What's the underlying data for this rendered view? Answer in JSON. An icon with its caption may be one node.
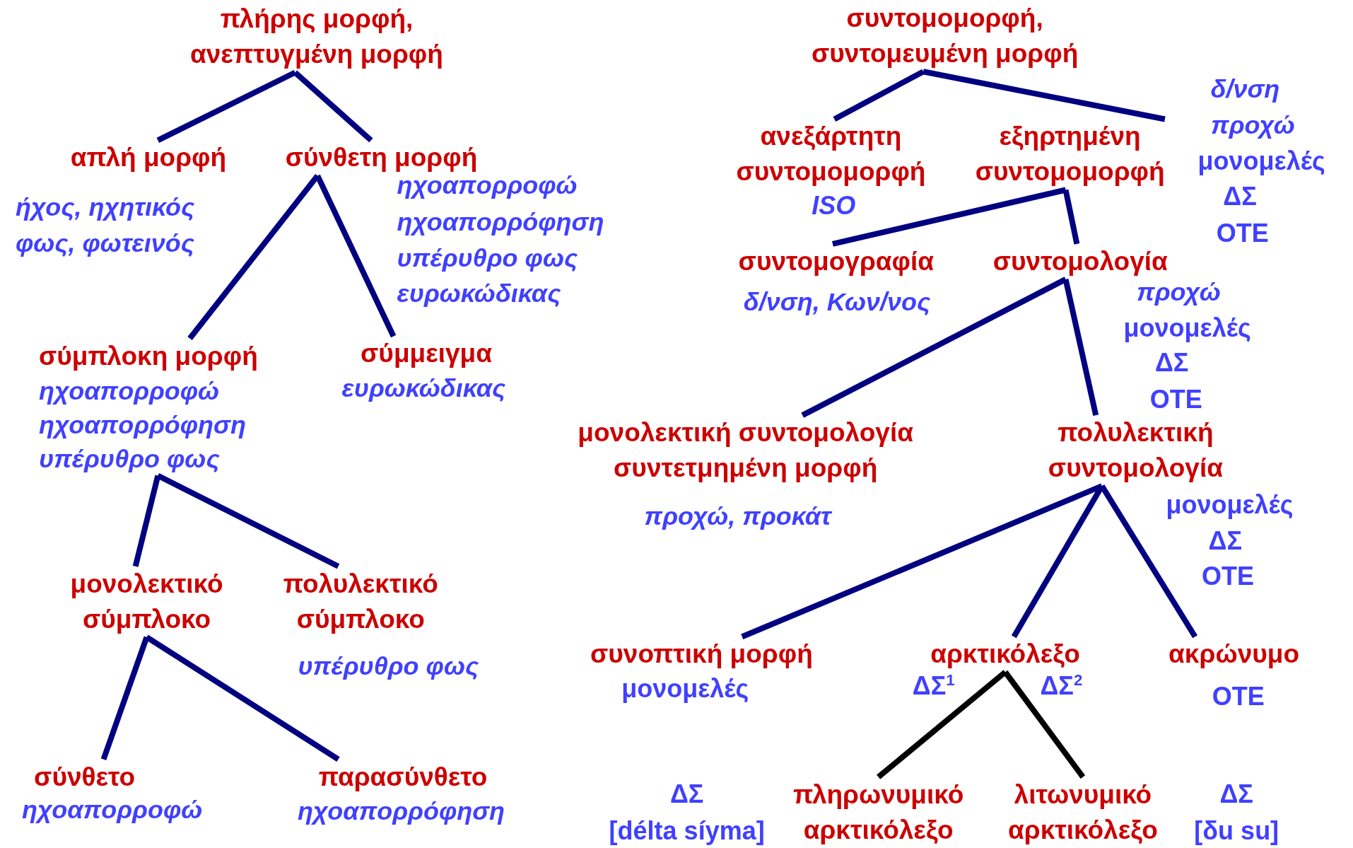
{
  "diagram": {
    "nodes": [
      {
        "text": [
          "πλήρης μορφή, ανεπτυγμένη μορφή"
        ]
      },
      {
        "text": [
          "απλή μορφή"
        ],
        "beside": [
          "ήχος, ηχητικός",
          "φως, φωτεινός"
        ]
      },
      {
        "text": [
          "σύνθετη μορφή"
        ],
        "beside": [
          "ηχοαπορροφώ",
          "ηχοαπορρόφηση",
          "υπέρυθρο φως",
          "ευρωκώδικας"
        ]
      },
      {
        "text": [
          "σύμπλοκη μορφή"
        ],
        "beside": [
          "ηχοαπορροφώ",
          "ηχοαπορρόφηση",
          "υπέρυθρο φως"
        ]
      },
      {
        "text": [
          "σύμμειγμα"
        ],
        "beside": [
          "ευρωκώδικας"
        ]
      },
      {
        "text": [
          "μονολεκτικό σύμπλοκο"
        ]
      },
      {
        "text": [
          "πολυλεκτικό σύμπλοκο"
        ],
        "beside": [
          "υπέρυθρο φως"
        ]
      },
      {
        "text": [
          "σύνθετο"
        ],
        "beside": [
          "ηχοαπορροφώ"
        ]
      },
      {
        "text": [
          "παρασύνθετο"
        ],
        "beside": [
          "ηχοαπορρόφηση"
        ]
      },
      {
        "text": [
          "συντομομορφή, συντομευμένη μορφή"
        ],
        "beside": [
          "δ/νση",
          "προχώ"
        ]
      },
      {
        "text": [
          "ανεξάρτητη συντομομορφή"
        ],
        "beside": [
          "ISO"
        ]
      },
      {
        "text": [
          "εξηρτημένη συντομομορφή"
        ]
      },
      {
        "text": [
          "συντομογραφία"
        ],
        "beside": [
          "δ/νση, Κων/νος"
        ]
      },
      {
        "text": [
          "συντομολογία"
        ],
        "beside": [
          "προχώ"
        ]
      },
      {
        "text": [
          "μονολεκτική συντομολογία συντετμημένη μορφή"
        ],
        "beside": [
          "προχώ, προκάτ"
        ]
      },
      {
        "text": [
          "πολυλεκτική συντομολογία"
        ]
      },
      {
        "text": [
          "συνοπτική μορφή"
        ]
      },
      {
        "text": [
          "αρκτικόλεξο"
        ]
      },
      {
        "text": [
          "ακρώνυμο"
        ]
      },
      {
        "text": [
          "πληρωνυμικό αρκτικόλεξο"
        ]
      },
      {
        "text": [
          "λιτωνυμικό αρκτικόλεξο"
        ]
      }
    ],
    "edges": [
      {
        "from": 0,
        "to": 1,
        "arrow": "none"
      },
      {
        "from": 0,
        "to": 2,
        "arrow": "none"
      },
      {
        "from": 2,
        "to": 3,
        "arrow": "none"
      },
      {
        "from": 2,
        "to": 4,
        "arrow": "none"
      },
      {
        "from": 3,
        "to": 5,
        "arrow": "none"
      },
      {
        "from": 3,
        "to": 6,
        "arrow": "none"
      },
      {
        "from": 5,
        "to": 7,
        "arrow": "none"
      },
      {
        "from": 5,
        "to": 8,
        "arrow": "none"
      },
      {
        "from": 9,
        "to": 10,
        "arrow": "none"
      },
      {
        "from": 9,
        "to": 11,
        "arrow": "none"
      },
      {
        "from": 11,
        "to": 12,
        "arrow": "none"
      },
      {
        "from": 11,
        "to": 13,
        "arrow": "none"
      },
      {
        "from": 13,
        "to": 14,
        "arrow": "none"
      },
      {
        "from": 13,
        "to": 15,
        "arrow": "none"
      },
      {
        "from": 15,
        "to": 16,
        "arrow": "none"
      },
      {
        "from": 15,
        "to": 17,
        "arrow": "none"
      },
      {
        "from": 15,
        "to": 18,
        "arrow": "none"
      },
      {
        "from": 17,
        "to": 19,
        "arrow": "none",
        "color": "#000000"
      },
      {
        "from": 17,
        "to": 20,
        "arrow": "none",
        "color": "#000000"
      }
    ],
    "labels": [
      "μονομελές",
      "ΔΣ",
      "ΟΤΕ",
      "μονομελές",
      "ΔΣ",
      "ΟΤΕ",
      "μονομελές",
      "ΔΣ",
      "ΟΤΕ",
      "μονομελές",
      "ΔΣ$^{1}$",
      "ΔΣ$^{2}$",
      "ΟΤΕ",
      "ΔΣ",
      "[délta síyma]",
      "ΔΣ",
      "[δu su]"
    ]
  }
}
